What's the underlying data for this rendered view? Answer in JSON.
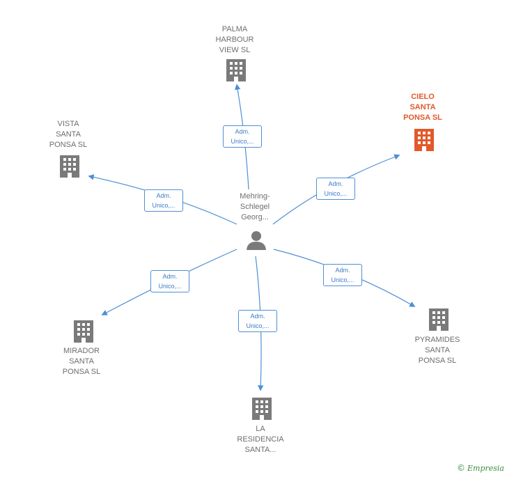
{
  "center": {
    "label": "Mehring-\nSchlegel\nGeorg..."
  },
  "nodes": [
    {
      "id": "palma",
      "label": "PALMA\nHARBOUR\nVIEW  SL",
      "highlight": false
    },
    {
      "id": "cielo",
      "label": "CIELO\nSANTA\nPONSA  SL",
      "highlight": true
    },
    {
      "id": "vista",
      "label": "VISTA\nSANTA\nPONSA  SL",
      "highlight": false
    },
    {
      "id": "mirador",
      "label": "MIRADOR\nSANTA\nPONSA  SL",
      "highlight": false
    },
    {
      "id": "residencia",
      "label": "LA\nRESIDENCIA\nSANTA...",
      "highlight": false
    },
    {
      "id": "pyramides",
      "label": "PYRAMIDES\nSANTA\nPONSA  SL",
      "highlight": false
    }
  ],
  "edge_label": "Adm.\nUnico,...",
  "colors": {
    "edge": "#4d8fd6",
    "building": "#7a7a7a",
    "highlight": "#e2592b",
    "person": "#7a7a7a"
  },
  "footer": {
    "copyright": "©",
    "brand": "Empresia"
  }
}
